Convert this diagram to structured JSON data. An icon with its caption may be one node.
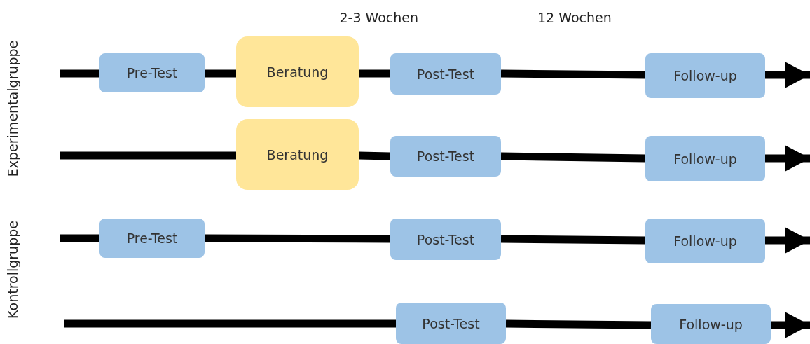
{
  "diagram": {
    "nodes": [
      {
        "text": [
          "Pre-Test"
        ]
      },
      {
        "text": [
          "Beratung"
        ]
      },
      {
        "text": [
          "Post-Test"
        ]
      },
      {
        "text": [
          "Follow-up"
        ]
      },
      {
        "text": [
          "Beratung"
        ]
      },
      {
        "text": [
          "Post-Test"
        ]
      },
      {
        "text": [
          "Follow-up"
        ]
      },
      {
        "text": [
          "Pre-Test"
        ]
      },
      {
        "text": [
          "Post-Test"
        ]
      },
      {
        "text": [
          "Follow-up"
        ]
      },
      {
        "text": [
          "Post-Test"
        ]
      },
      {
        "text": [
          "Follow-up"
        ]
      }
    ],
    "edges": [
      {
        "from": null,
        "to": 0,
        "arrow": "none"
      },
      {
        "from": 0,
        "to": 1,
        "arrow": "none"
      },
      {
        "from": 1,
        "to": 2,
        "arrow": "none"
      },
      {
        "from": 2,
        "to": 3,
        "arrow": "none"
      },
      {
        "from": 3,
        "to": null,
        "arrow": "to"
      },
      {
        "from": null,
        "to": 4,
        "arrow": "none"
      },
      {
        "from": 4,
        "to": 5,
        "arrow": "none"
      },
      {
        "from": 5,
        "to": 6,
        "arrow": "none"
      },
      {
        "from": 6,
        "to": null,
        "arrow": "to"
      },
      {
        "from": null,
        "to": 7,
        "arrow": "none"
      },
      {
        "from": 7,
        "to": 8,
        "arrow": "none"
      },
      {
        "from": 8,
        "to": 9,
        "arrow": "none"
      },
      {
        "from": 9,
        "to": null,
        "arrow": "to"
      },
      {
        "from": null,
        "to": 10,
        "arrow": "none"
      },
      {
        "from": 10,
        "to": 11,
        "arrow": "none"
      },
      {
        "from": 11,
        "to": null,
        "arrow": "to"
      }
    ],
    "labels": [
      "2-3 Wochen",
      "12 Wochen",
      "Experimentalgruppe",
      "Kontrollgruppe"
    ]
  }
}
